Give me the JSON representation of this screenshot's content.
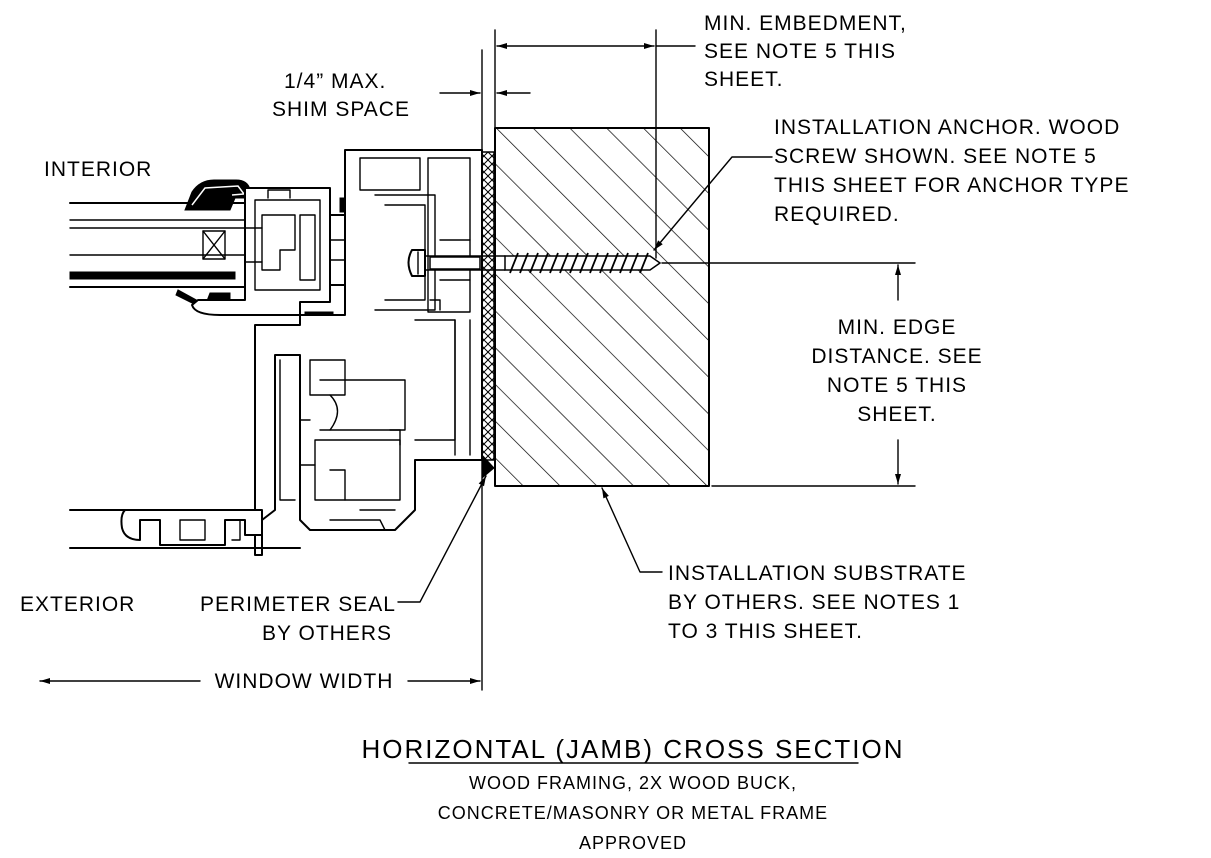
{
  "labels": {
    "interior": "INTERIOR",
    "exterior": "EXTERIOR",
    "shim_line1": "1/4” MAX.",
    "shim_line2": "SHIM SPACE",
    "embed_line1": "MIN. EMBEDMENT,",
    "embed_line2": "SEE NOTE 5 THIS",
    "embed_line3": "SHEET.",
    "anchor_line1": "INSTALLATION ANCHOR. WOOD",
    "anchor_line2": "SCREW SHOWN. SEE NOTE 5",
    "anchor_line3": "THIS SHEET FOR ANCHOR TYPE",
    "anchor_line4": "REQUIRED.",
    "edge_line1": "MIN. EDGE",
    "edge_line2": "DISTANCE. SEE",
    "edge_line3": "NOTE 5 THIS",
    "edge_line4": "SHEET.",
    "substrate_line1": "INSTALLATION SUBSTRATE",
    "substrate_line2": "BY OTHERS. SEE NOTES 1",
    "substrate_line3": "TO 3 THIS SHEET.",
    "seal_line1": "PERIMETER SEAL",
    "seal_line2": "BY OTHERS",
    "window_width": "WINDOW WIDTH"
  },
  "title": {
    "main": "HORIZONTAL (JAMB) CROSS SECTION",
    "line1": "WOOD FRAMING, 2X WOOD BUCK,",
    "line2": "CONCRETE/MASONRY OR METAL FRAME",
    "line3": "APPROVED"
  }
}
